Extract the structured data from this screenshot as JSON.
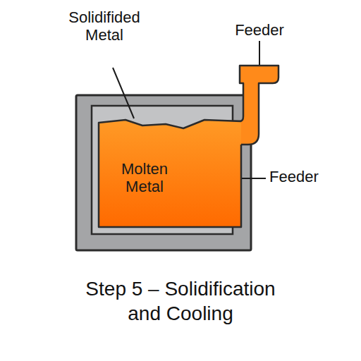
{
  "diagram": {
    "caption": "Step 5 – Solidification and Cooling",
    "nodes": [
      {
        "text": [
          "Molten Metal"
        ]
      }
    ],
    "labels": [
      "Solidifided Metal",
      "Feeder",
      "Feeder"
    ]
  }
}
